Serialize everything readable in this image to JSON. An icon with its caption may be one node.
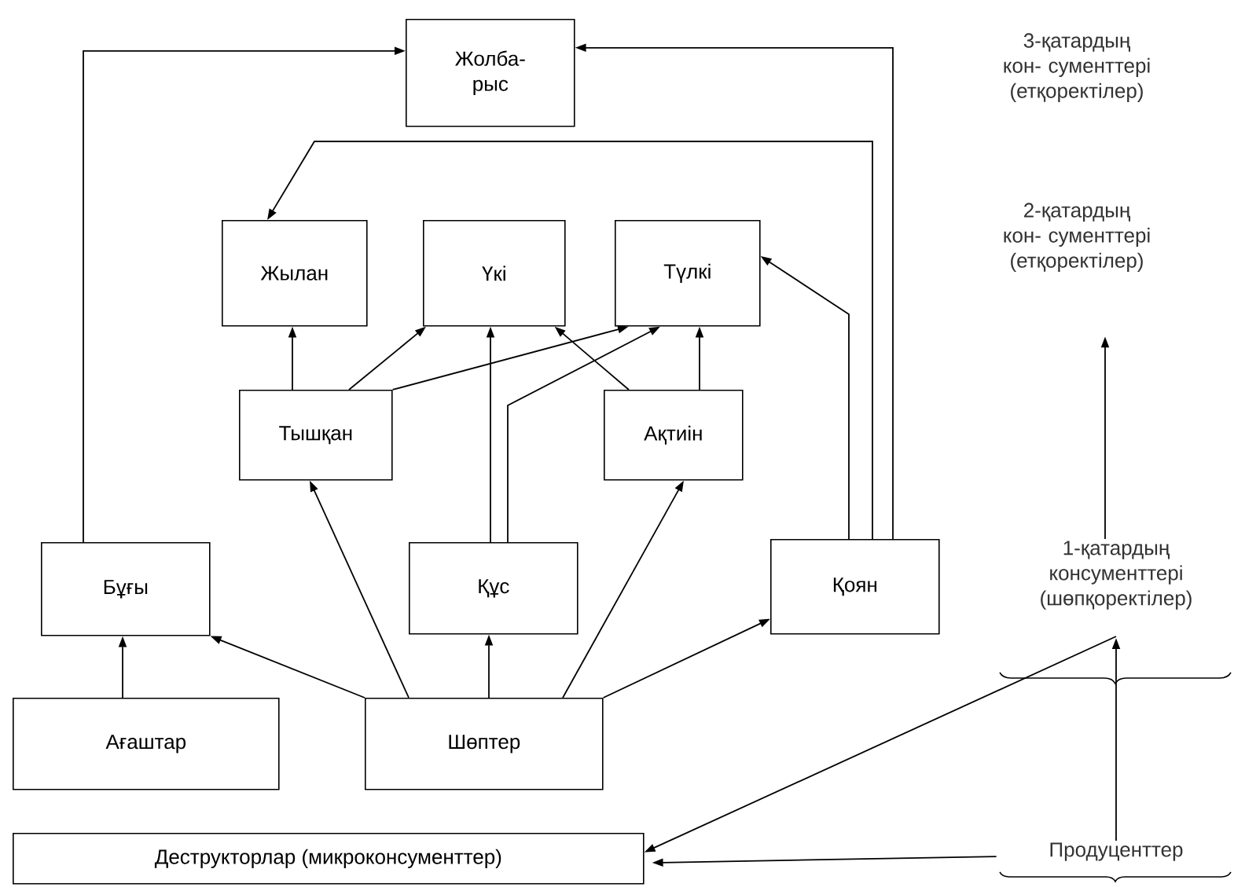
{
  "diagram": {
    "nodes": [
      {
        "text": [
          "Жолба- рыс"
        ]
      },
      {
        "text": [
          "Жылан"
        ]
      },
      {
        "text": [
          "Үкі"
        ]
      },
      {
        "text": [
          "Түлкі"
        ]
      },
      {
        "text": [
          "Тышқан"
        ]
      },
      {
        "text": [
          "Ақтиін"
        ]
      },
      {
        "text": [
          "Бұғы"
        ]
      },
      {
        "text": [
          "Құс"
        ]
      },
      {
        "text": [
          "Қоян"
        ]
      },
      {
        "text": [
          "Ағаштар"
        ]
      },
      {
        "text": [
          "Шөптер"
        ]
      },
      {
        "text": [
          "Деструкторлар (микроконсументтер)"
        ]
      },
      {
        "text": [
          "2-қатардың кон- сументтері (етқоректілер)"
        ]
      },
      {
        "text": [
          "1-қатардың консументтері (шөпқоректілер)"
        ]
      },
      {
        "text": [
          "Продуценттер"
        ]
      }
    ],
    "edges": [
      {
        "from": 6,
        "to": 0,
        "arrow": "to"
      },
      {
        "from": 8,
        "to": 0,
        "arrow": "to"
      },
      {
        "from": 8,
        "to": 1,
        "arrow": "to"
      },
      {
        "from": 8,
        "to": 3,
        "arrow": "to"
      },
      {
        "from": 4,
        "to": 1,
        "arrow": "to"
      },
      {
        "from": 4,
        "to": 2,
        "arrow": "to"
      },
      {
        "from": 4,
        "to": 3,
        "arrow": "to"
      },
      {
        "from": 7,
        "to": 2,
        "arrow": "to"
      },
      {
        "from": 7,
        "to": 3,
        "arrow": "to"
      },
      {
        "from": 5,
        "to": 2,
        "arrow": "to"
      },
      {
        "from": 5,
        "to": 3,
        "arrow": "to"
      },
      {
        "from": 9,
        "to": 6,
        "arrow": "to"
      },
      {
        "from": 10,
        "to": 6,
        "arrow": "to"
      },
      {
        "from": 10,
        "to": 4,
        "arrow": "to"
      },
      {
        "from": 10,
        "to": 7,
        "arrow": "to"
      },
      {
        "from": 10,
        "to": 5,
        "arrow": "to"
      },
      {
        "from": 10,
        "to": 8,
        "arrow": "to"
      },
      {
        "from": 13,
        "to": 11,
        "arrow": "to"
      },
      {
        "from": 14,
        "to": 11,
        "arrow": "to"
      },
      {
        "from": 14,
        "to": 13,
        "arrow": "to"
      },
      {
        "from": 13,
        "to": 12,
        "arrow": "to"
      }
    ],
    "labels": [
      "3-қатардың кон- сументтері (етқоректілер)"
    ]
  }
}
